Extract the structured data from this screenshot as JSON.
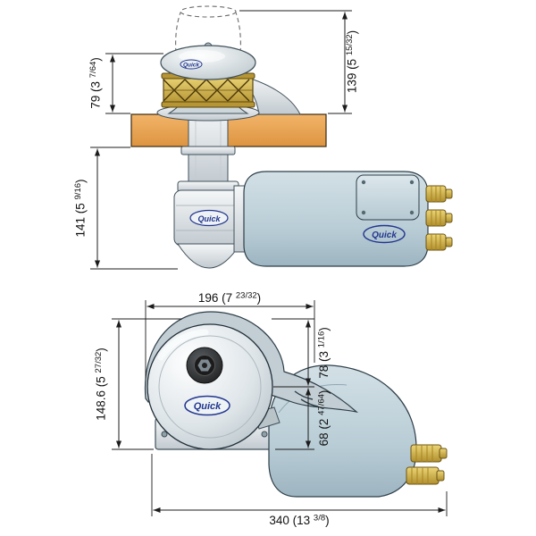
{
  "brand": {
    "logo": "Quick"
  },
  "top_view": {
    "dims": {
      "total_above": {
        "pre": "139 (5 ",
        "frac": "15/32",
        "suf": ")"
      },
      "above_deck": {
        "pre": "79 (3 ",
        "frac": "7/64",
        "suf": ")"
      },
      "below_deck": {
        "pre": "141 (5 ",
        "frac": "9/16",
        "suf": ")"
      }
    }
  },
  "side_view": {
    "dims": {
      "top_width": {
        "pre": "196 (7 ",
        "frac": "23/32",
        "suf": ")"
      },
      "upper_height": {
        "pre": "78 (3 ",
        "frac": "1/16",
        "suf": ")"
      },
      "lower_height": {
        "pre": "68 (2 ",
        "frac": "47/64",
        "suf": ")"
      },
      "total_height": {
        "pre": "148.6 (5 ",
        "frac": "27/32",
        "suf": ")"
      },
      "total_length": {
        "pre": "340 (13 ",
        "frac": "3/8",
        "suf": ")"
      }
    }
  },
  "colors": {
    "housing_blue": "#b9cdd6",
    "metal_light": "#eef1f2",
    "brass_gold": "#d8bc55",
    "deck_wood": "#e9a451",
    "logo_blue": "#23368f",
    "line": "#1c1c1c"
  }
}
